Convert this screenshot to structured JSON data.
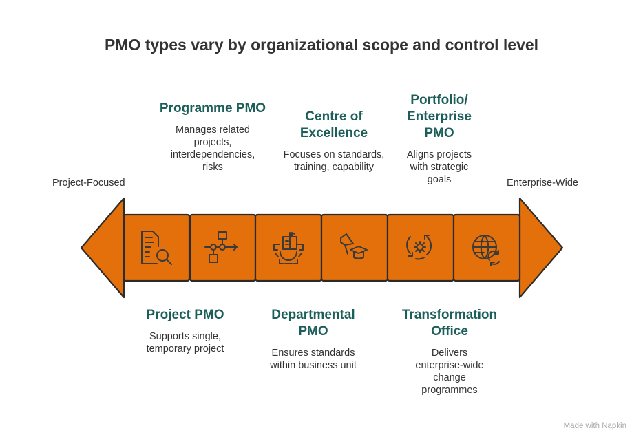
{
  "title": "PMO types vary by organizational scope and control level",
  "ends": {
    "left": "Project-Focused",
    "right": "Enterprise-Wide"
  },
  "colors": {
    "arrow": "#E3700A",
    "heading": "#1C5F5A",
    "stroke": "#2b2b2b"
  },
  "stages": [
    {
      "title": "Project PMO",
      "desc": "Supports single, temporary project",
      "icon": "document-search-icon"
    },
    {
      "title": "Programme PMO",
      "desc": "Manages related projects, interdependencies, risks",
      "icon": "flowchart-icon"
    },
    {
      "title": "Departmental PMO",
      "desc": "Ensures standards within business unit",
      "icon": "building-gear-icon"
    },
    {
      "title": "Centre of Excellence",
      "desc": "Focuses on standards, training, capability",
      "icon": "megaphone-graduation-icon"
    },
    {
      "title": "Portfolio/ Enterprise PMO",
      "desc": "Aligns projects with strategic goals",
      "icon": "gear-cycle-icon"
    },
    {
      "title": "Transformation Office",
      "desc": "Delivers enterprise-wide change programmes",
      "icon": "globe-refresh-icon"
    }
  ],
  "footer": "Made with Napkin"
}
